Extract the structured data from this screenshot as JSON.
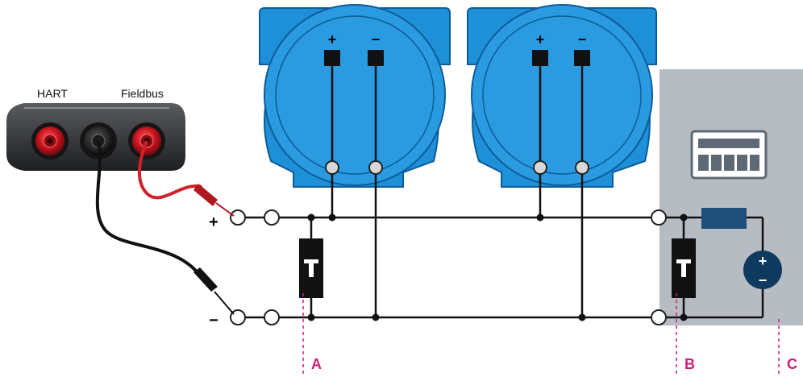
{
  "device": {
    "port_label_left": "HART",
    "port_label_right": "Fieldbus"
  },
  "transmitters": [
    {
      "plus": "+",
      "minus": "−"
    },
    {
      "plus": "+",
      "minus": "−"
    }
  ],
  "bus": {
    "plus": "+",
    "minus": "−"
  },
  "terminators": [
    {
      "letter": "T"
    },
    {
      "letter": "T"
    }
  ],
  "power_supply": {
    "plus": "+",
    "minus": "−"
  },
  "markers": {
    "a": "A",
    "b": "B",
    "c": "C"
  },
  "colors": {
    "transmitter_blue": "#1e90d8",
    "transmitter_dark": "#0d5c9a",
    "supply_panel": "#b7bcc3",
    "power_source": "#0e3a5f",
    "resistor": "#1f4e79",
    "marker_magenta": "#cc1f7a",
    "red_lead": "#d0202a"
  },
  "icons": {
    "device": "communicator-device-icon",
    "display": "display-panel-icon",
    "power": "dc-power-source-icon",
    "resistor": "resistor-icon",
    "terminator": "bus-terminator-icon"
  }
}
